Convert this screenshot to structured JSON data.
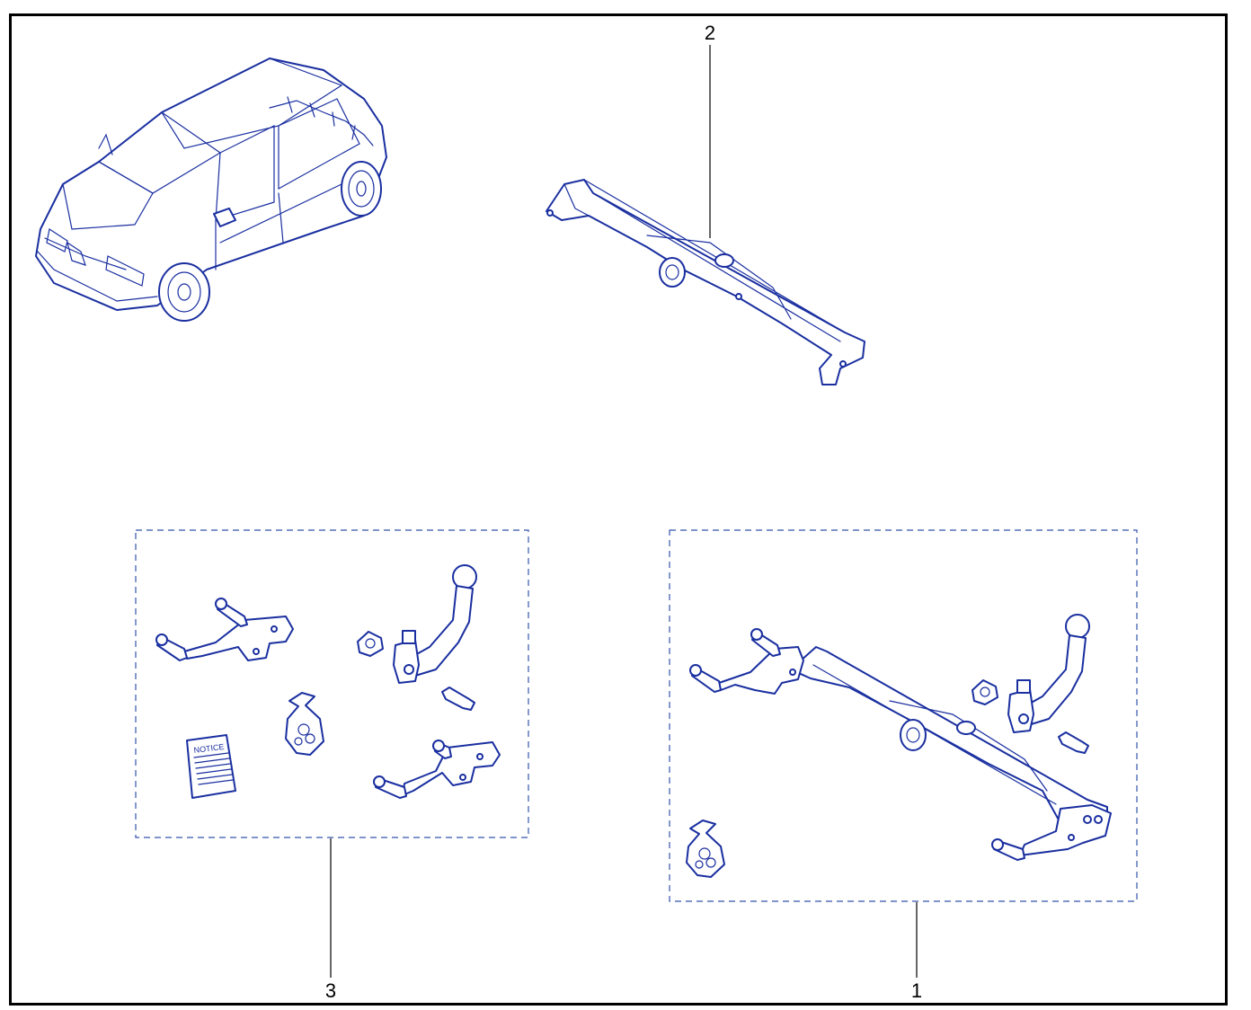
{
  "diagram": {
    "callouts": [
      {
        "id": "callout-1",
        "text": "1"
      },
      {
        "id": "callout-2",
        "text": "2"
      },
      {
        "id": "callout-3",
        "text": "3"
      }
    ],
    "notice_label": "NOTICE",
    "colors": {
      "line": "#1a2fa0",
      "frame": "#000000",
      "dashed": "#3355aa",
      "background": "#ffffff"
    }
  }
}
